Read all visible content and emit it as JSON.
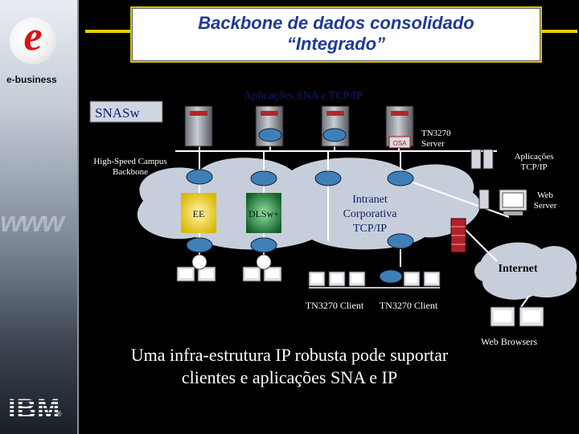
{
  "title": {
    "line1": "Backbone de dados consolidado",
    "line2": "“Integrado”"
  },
  "sidebar": {
    "logo_letter": "e",
    "brand": "e-business",
    "decor_text": "www",
    "company": "IBM",
    "reg_mark": "®"
  },
  "diagram": {
    "apps_label": "Aplicações SNA e TCP/IP",
    "snasw_label": "SNASw",
    "osa_label": "OSA",
    "tn3270_server_label": [
      "TN3270",
      "Server"
    ],
    "apps_tcpip_label": [
      "Aplicações",
      "TCP/IP"
    ],
    "campus_label": [
      "High-Speed Campus",
      "Backbone"
    ],
    "ee_label": "EE",
    "dlsw_label": "DLSw+",
    "intranet_label": [
      "Intranet",
      "Corporativa",
      "TCP/IP"
    ],
    "web_server_label": [
      "Web",
      "Server"
    ],
    "internet_label": "Internet",
    "tn3270_client_left": "TN3270 Client",
    "tn3270_client_right": "TN3270 Client",
    "web_browsers_label": "Web Browsers"
  },
  "bottom_text": {
    "line1": "Uma infra-estrutura IP robusta pode suportar",
    "line2": "clientes e aplicações SNA e IP"
  },
  "colors": {
    "title_text": "#1e3a9a",
    "title_border": "#d6c200",
    "cloud": "#c7cedb",
    "label_dark": "#0d1f6e",
    "ee_box": "#e0c200",
    "dlsw_box": "#1f8a3a"
  }
}
